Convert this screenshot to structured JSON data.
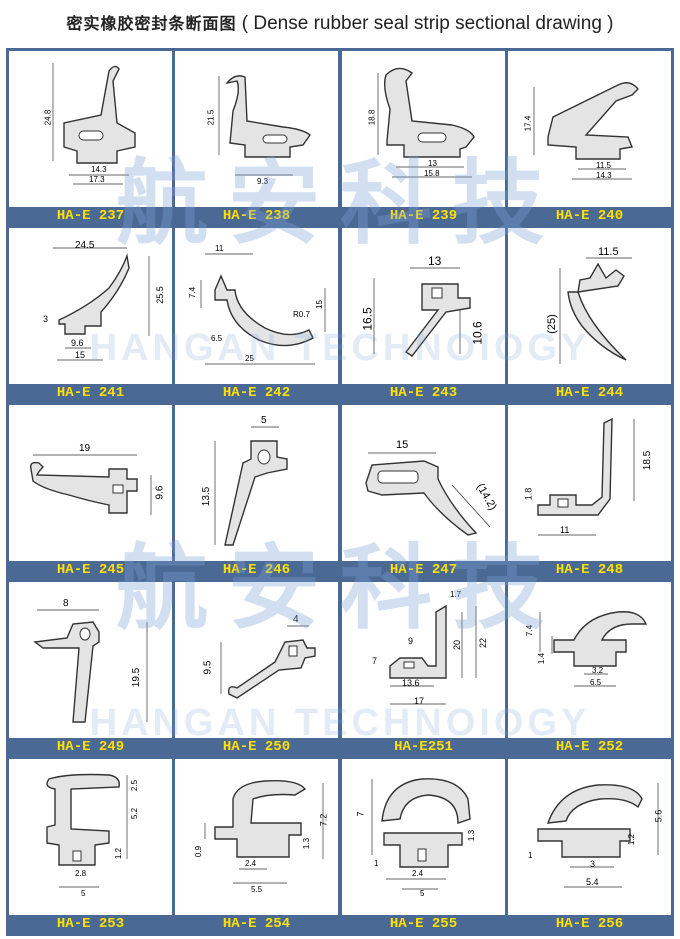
{
  "header": {
    "title_cn": "密实橡胶密封条断面图",
    "title_en": "( Dense rubber seal strip sectional drawing )"
  },
  "watermark": {
    "cn": "航安科技",
    "en": "HANGAN TECHNOIOGY"
  },
  "colors": {
    "label_bar": "#4a6994",
    "label_text": "#ffe000",
    "drawing_line": "#333333"
  },
  "items": [
    {
      "code": "HA-E 237",
      "dims": [
        "24.8",
        "17.3",
        "14.3"
      ]
    },
    {
      "code": "HA-E 238",
      "dims": [
        "21.5",
        "9.3"
      ]
    },
    {
      "code": "HA-E 239",
      "dims": [
        "18.8",
        "13",
        "15.8"
      ]
    },
    {
      "code": "HA-E 240",
      "dims": [
        "17.4",
        "11.5",
        "14.3"
      ]
    },
    {
      "code": "HA-E 241",
      "dims": [
        "24.5",
        "25.5",
        "3",
        "9.6",
        "15"
      ]
    },
    {
      "code": "HA-E 242",
      "dims": [
        "11",
        "7.4",
        "15",
        "R0.7",
        "6.5",
        "25"
      ]
    },
    {
      "code": "HA-E 243",
      "dims": [
        "13",
        "16.5",
        "10.6"
      ]
    },
    {
      "code": "HA-E 244",
      "dims": [
        "11.5",
        "(25)"
      ]
    },
    {
      "code": "HA-E 245",
      "dims": [
        "19",
        "9.6"
      ]
    },
    {
      "code": "HA-E 246",
      "dims": [
        "5",
        "13.5"
      ]
    },
    {
      "code": "HA-E 247",
      "dims": [
        "15",
        "(14.2)"
      ]
    },
    {
      "code": "HA-E 248",
      "dims": [
        "18.5",
        "1.8",
        "11"
      ]
    },
    {
      "code": "HA-E 249",
      "dims": [
        "8",
        "19.5"
      ]
    },
    {
      "code": "HA-E 250",
      "dims": [
        "4",
        "9.5"
      ]
    },
    {
      "code": "HA-E251",
      "dims": [
        "1.7",
        "9",
        "20",
        "22",
        "7",
        "13.6",
        "17"
      ]
    },
    {
      "code": "HA-E 252",
      "dims": [
        "7.4",
        "1.4",
        "3.2",
        "6.5"
      ]
    },
    {
      "code": "HA-E 253",
      "dims": [
        "2.5",
        "5.2",
        "1.2",
        "2.8",
        "5"
      ]
    },
    {
      "code": "HA-E 254",
      "dims": [
        "7.2",
        "1.3",
        "0.9",
        "2.4",
        "5.5"
      ]
    },
    {
      "code": "HA-E 255",
      "dims": [
        "7",
        "1.3",
        "1",
        "2.4",
        "5"
      ]
    },
    {
      "code": "HA-E 256",
      "dims": [
        "5.6",
        "1.2",
        "1",
        "3",
        "5.4"
      ]
    }
  ]
}
